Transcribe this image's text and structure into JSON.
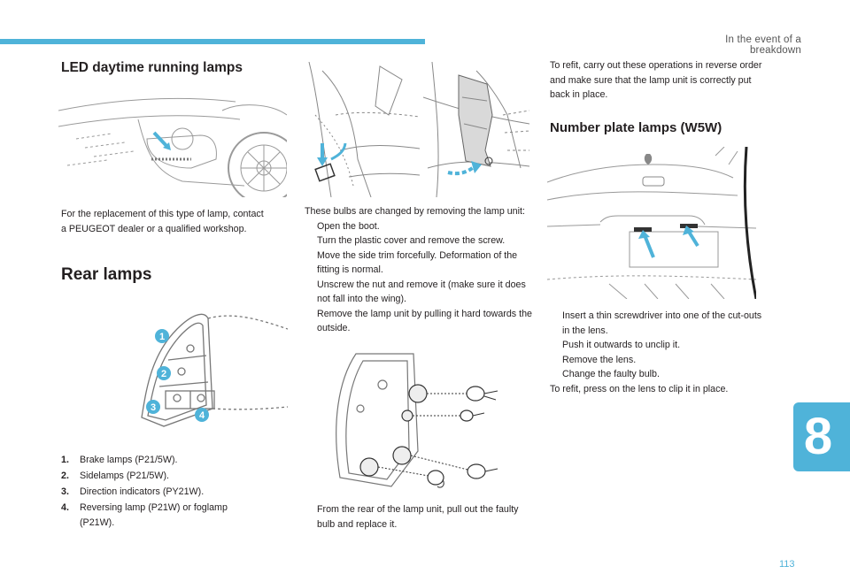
{
  "header": {
    "section_title": "In the event of a breakdown",
    "chapter_number": "8",
    "page_number": "113",
    "accent_color": "#4fb3d9"
  },
  "led": {
    "title": "LED daytime running lamps",
    "text": "For the replacement of this type of lamp, contact a PEUGEOT dealer or a qualified workshop."
  },
  "rear": {
    "title": "Rear lamps",
    "callouts": [
      "1",
      "2",
      "3",
      "4"
    ],
    "legend": [
      {
        "num": "1.",
        "text": "Brake lamps (P21/5W)."
      },
      {
        "num": "2.",
        "text": "Sidelamps (P21/5W)."
      },
      {
        "num": "3.",
        "text": "Direction indicators (PY21W)."
      },
      {
        "num": "4.",
        "text": "Reversing lamp (P21W) or foglamp (P21W)."
      }
    ]
  },
  "removal": {
    "intro": "These bulbs are changed by removing the lamp unit:",
    "bullet_glyph": "",
    "steps": [
      "Open the boot.",
      "Turn the plastic cover and remove the screw.",
      "Move the side trim forcefully. Deformation of the fitting is normal.",
      "Unscrew the nut and remove it (make sure it does not fall into the wing).",
      "Remove the lamp unit by pulling it hard towards the outside."
    ],
    "bulb_step": "From the rear of the lamp unit, pull out the faulty bulb and replace it."
  },
  "refit": {
    "text": "To refit, carry out these operations in reverse order and make sure that the lamp unit is correctly put back in place."
  },
  "plate": {
    "title": "Number plate lamps (W5W)",
    "steps": [
      "Insert a thin screwdriver into one of the cut-outs in the lens.",
      "Push it outwards to unclip it.",
      "Remove the lens.",
      "Change the faulty bulb."
    ],
    "closing": "To refit, press on the lens to clip it in place."
  }
}
